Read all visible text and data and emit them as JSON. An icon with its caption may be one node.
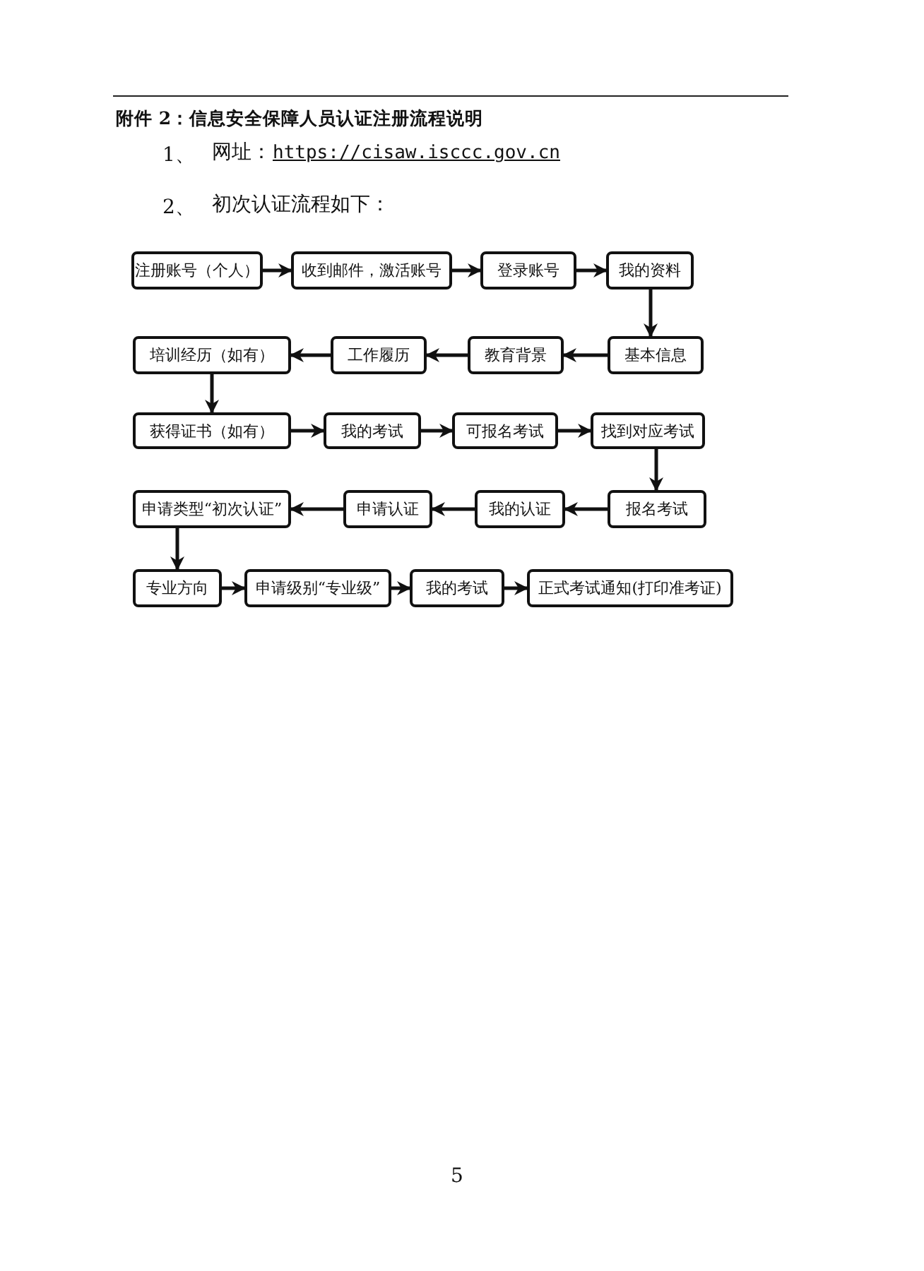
{
  "diagram": {
    "title": "附件 2：信息安全保障人员认证注册流程说明",
    "nodes": [
      {
        "text": [
          "注册账号（个人）"
        ]
      },
      {
        "text": [
          "收到邮件，激活账号"
        ]
      },
      {
        "text": [
          "登录账号"
        ]
      },
      {
        "text": [
          "我的资料"
        ]
      },
      {
        "text": [
          "基本信息"
        ]
      },
      {
        "text": [
          "教育背景"
        ]
      },
      {
        "text": [
          "工作履历"
        ]
      },
      {
        "text": [
          "培训经历（如有）"
        ]
      },
      {
        "text": [
          "获得证书（如有）"
        ]
      },
      {
        "text": [
          "我的考试"
        ]
      },
      {
        "text": [
          "可报名考试"
        ]
      },
      {
        "text": [
          "找到对应考试"
        ]
      },
      {
        "text": [
          "报名考试"
        ]
      },
      {
        "text": [
          "我的认证"
        ]
      },
      {
        "text": [
          "申请认证"
        ]
      },
      {
        "text": [
          "申请类型“初次认证”"
        ]
      },
      {
        "text": [
          "专业方向"
        ]
      },
      {
        "text": [
          "申请级别“专业级”"
        ]
      },
      {
        "text": [
          "我的考试"
        ]
      },
      {
        "text": [
          "正式考试通知(打印准考证)"
        ]
      }
    ],
    "edges": [
      {
        "from": 0,
        "to": 1,
        "arrow": "to"
      },
      {
        "from": 1,
        "to": 2,
        "arrow": "to"
      },
      {
        "from": 2,
        "to": 3,
        "arrow": "to"
      },
      {
        "from": 3,
        "to": 4,
        "arrow": "to"
      },
      {
        "from": 4,
        "to": 5,
        "arrow": "to"
      },
      {
        "from": 5,
        "to": 6,
        "arrow": "to"
      },
      {
        "from": 6,
        "to": 7,
        "arrow": "to"
      },
      {
        "from": 7,
        "to": 8,
        "arrow": "to"
      },
      {
        "from": 8,
        "to": 9,
        "arrow": "to"
      },
      {
        "from": 9,
        "to": 10,
        "arrow": "to"
      },
      {
        "from": 10,
        "to": 11,
        "arrow": "to"
      },
      {
        "from": 11,
        "to": 12,
        "arrow": "to"
      },
      {
        "from": 12,
        "to": 13,
        "arrow": "to"
      },
      {
        "from": 13,
        "to": 14,
        "arrow": "to"
      },
      {
        "from": 14,
        "to": 15,
        "arrow": "to"
      },
      {
        "from": 15,
        "to": 16,
        "arrow": "to"
      },
      {
        "from": 16,
        "to": 17,
        "arrow": "to"
      },
      {
        "from": 17,
        "to": 18,
        "arrow": "to"
      },
      {
        "from": 18,
        "to": 19,
        "arrow": "to"
      }
    ],
    "labels": [
      "1、",
      "网址：",
      "https://cisaw.isccc.gov.cn",
      "2、",
      "初次认证流程如下：",
      "5"
    ]
  }
}
